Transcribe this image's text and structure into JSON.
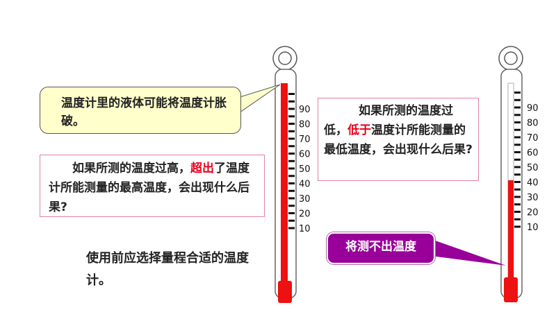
{
  "left_callout": {
    "text": "温度计里的液体可能将温度计胀破。"
  },
  "high_question": {
    "lead": "如果所测的温度过高，",
    "highlight": "超出",
    "rest": "了温度计所能测量的最高温度，会出现什么后果?"
  },
  "low_question": {
    "lead": "如果所测的温度过低，",
    "highlight": "低于",
    "rest": "温度计所能测量的最低温度，会出现什么后果?"
  },
  "advice": {
    "text": "使用前应选择量程合适的温度计。"
  },
  "right_callout": {
    "text": "将测不出温度"
  },
  "scale": {
    "labels": [
      "90",
      "80",
      "70",
      "60",
      "50",
      "40",
      "30",
      "20",
      "10"
    ]
  },
  "left_thermometer": {
    "liquid_fraction": 1.0
  },
  "right_thermometer": {
    "liquid_fraction": 0.4
  },
  "colors": {
    "liquid": "#ee1111",
    "highlight": "#e8001c",
    "callout_purple": "#990099",
    "callout_yellow": "#ffffcc"
  }
}
